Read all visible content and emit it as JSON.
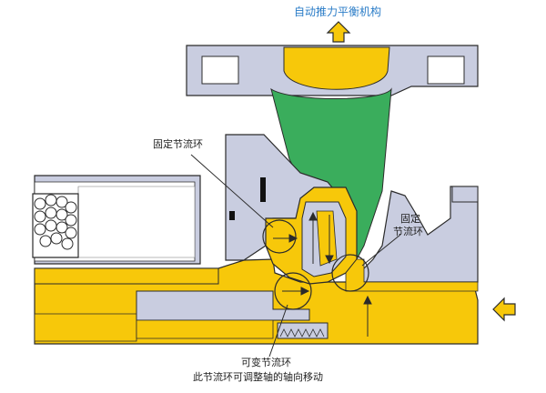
{
  "labels": {
    "top": "自动推力平衡机构",
    "fixed_left": "固定节流环",
    "fixed_right_line1": "固定",
    "fixed_right_line2": "节流环",
    "variable": "可变节流环",
    "variable_note": "此节流环可调整轴的轴向移动"
  },
  "colors": {
    "yellow": "#f7c80a",
    "gray": "#c9cde0",
    "green": "#3aad5c",
    "outline": "#2b2b2b",
    "arrow_fill": "#f7c80a",
    "label_blue": "#2a7cc7"
  }
}
